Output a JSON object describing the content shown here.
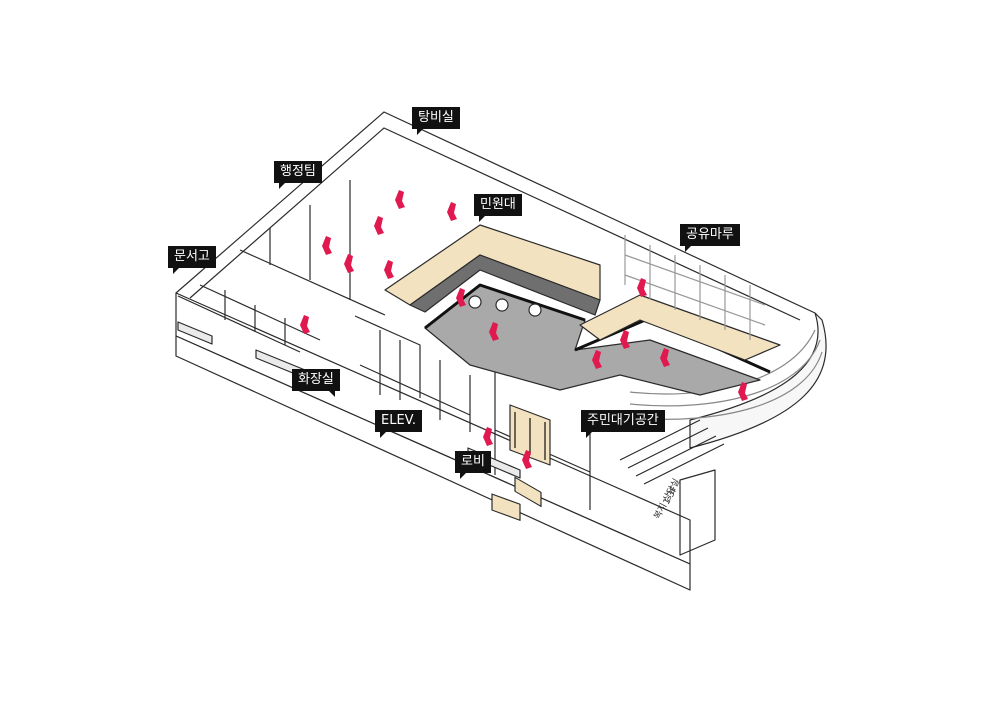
{
  "labels": {
    "pantry": "탕비실",
    "admin_team": "행정팀",
    "archive": "문서고",
    "service_desk": "민원대",
    "shared_floor": "공유마루",
    "restroom": "화장실",
    "elevator": "ELEV.",
    "lobby": "로비",
    "waiting_area": "주민대기공간"
  },
  "signage": {
    "line1": "1·3F",
    "line2": "복지 상담실"
  },
  "colors": {
    "accent": "#e0194f",
    "wood": "#f3e2c0",
    "floor_gray": "#a9a9a9",
    "dark_band": "#6f6f6f",
    "label_bg": "#111111",
    "line": "#2b2b2b"
  }
}
